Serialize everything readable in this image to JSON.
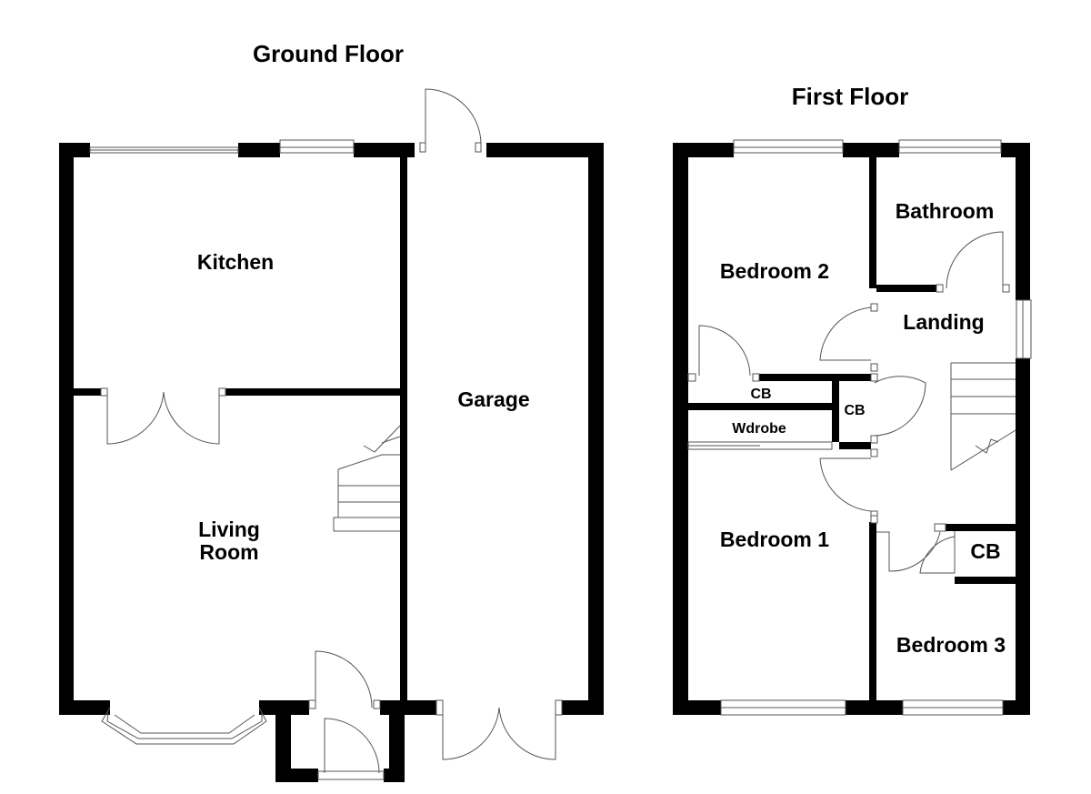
{
  "floors": {
    "ground": {
      "title": "Ground Floor",
      "rooms": {
        "kitchen": "Kitchen",
        "living_1": "Living",
        "living_2": "Room",
        "garage": "Garage"
      }
    },
    "first": {
      "title": "First Floor",
      "rooms": {
        "bedroom2": "Bedroom 2",
        "bathroom": "Bathroom",
        "landing": "Landing",
        "cb_1": "CB",
        "cb_2": "CB",
        "wardrobe": "Wdrobe",
        "bedroom1": "Bedroom 1",
        "cb_3": "CB",
        "bedroom3": "Bedroom 3"
      }
    }
  },
  "colors": {
    "wall": "#000000",
    "line": "#555555",
    "background": "#ffffff"
  }
}
